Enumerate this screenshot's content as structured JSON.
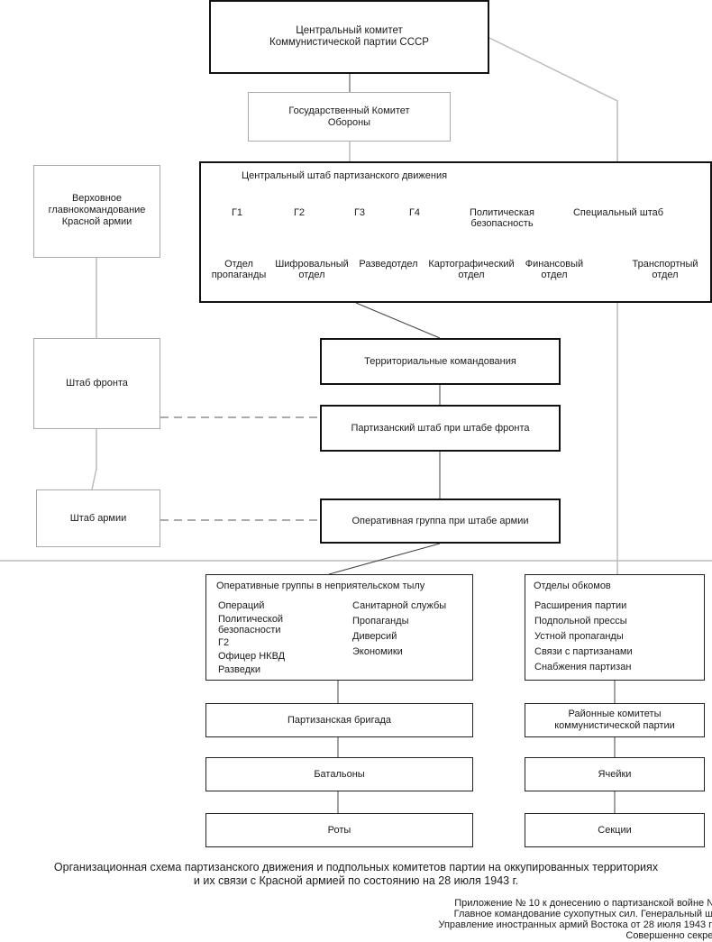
{
  "top": {
    "cc": "Центральный комитет\nКоммунистической партии СССР",
    "gko": "Государственный Комитет\nОбороны"
  },
  "left": {
    "supreme": "Верховное\nглавнокомандование\nКрасной армии",
    "front": "Штаб фронта",
    "army": "Штаб армии"
  },
  "central_staff": {
    "title": "Центральный штаб партизанского движения",
    "row1": [
      "Г1",
      "Г2",
      "Г3",
      "Г4",
      "Политическая\nбезопасность",
      "Специальный штаб"
    ],
    "row2": [
      "Отдел\nпропаганды",
      "Шифровальный\nотдел",
      "Разведотдел",
      "Картографический\nотдел",
      "Финансовый\nотдел",
      "Транспортный\nотдел"
    ]
  },
  "middle": {
    "territorial": "Территориальные командования",
    "partisan_staff": "Партизанский штаб при штабе фронта",
    "op_group": "Оперативная группа при штабе армии"
  },
  "enemy_rear": {
    "title": "Оперативные группы в неприятельском тылу",
    "col1": [
      "Операций",
      "Политической\nбезопасности",
      "Г2",
      "Офицер НКВД",
      "Разведки"
    ],
    "col2": [
      "Санитарной службы",
      "Пропаганды",
      "Диверсий",
      "Экономики"
    ],
    "chain": [
      "Партизанская бригада",
      "Батальоны",
      "Роты"
    ]
  },
  "obkom": {
    "title": "Отделы обкомов",
    "items": [
      "Расширения партии",
      "Подпольной прессы",
      "Устной пропаганды",
      "Связи с партизанами",
      "Снабжения партизан"
    ],
    "chain": [
      "Районные комитеты\nкоммунистической партии",
      "Ячейки",
      "Секции"
    ]
  },
  "caption": [
    "Организационная схема партизанского движения и подпольных комитетов партии на оккупированных территориях",
    "и их связи с Красной армией по состоянию на 28 июля 1943 г."
  ],
  "notes": [
    "Приложение № 10 к донесению о партизанской войне №",
    "Главное командование сухопутных сил. Генеральный шт",
    "Управление иностранных армий Востока от 28 июля 1943 го",
    "Совершенно секрет"
  ]
}
